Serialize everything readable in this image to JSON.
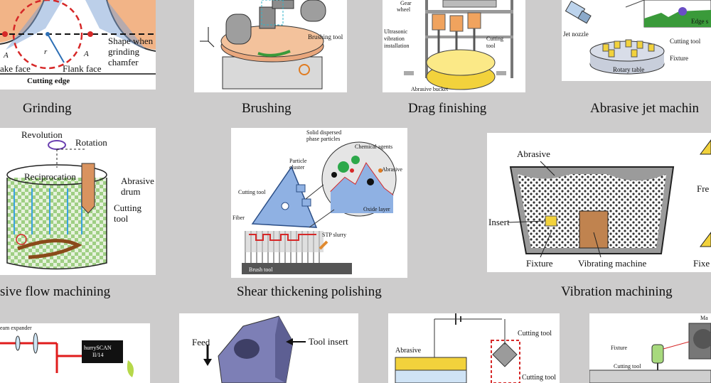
{
  "captions": {
    "grinding": "Grinding",
    "brushing": "Brushing",
    "drag": "Drag finishing",
    "jet": "Abrasive jet machin",
    "flow": "sive flow machining",
    "shear": "Shear thickening polishing",
    "vibration": "Vibration machining"
  },
  "grinding": {
    "shape_when": "Shape when",
    "grinding": "grinding",
    "chamfer": "chamfer",
    "rake_face": "ake face",
    "flank_face": "Flank face",
    "cutting_edge": "Cutting edge",
    "ar": "A",
    "ao": "A",
    "rb": "r"
  },
  "brushing": {
    "brushing_tool": "Brushing tool"
  },
  "drag": {
    "gear_wheel_1": "Gear",
    "gear_wheel_2": "wheel",
    "ultra_1": "Ultrasonic",
    "ultra_2": "vibration",
    "ultra_3": "installation",
    "cutting_tool_1": "Cutting",
    "cutting_tool_2": "tool",
    "bucket": "Abrasive bucket"
  },
  "jet": {
    "jet_nozzle": "Jet nozzle",
    "cutting_tool": "Cutting tool",
    "fixture": "Fixture",
    "rotary_table": "Rotary table",
    "edge": "Edge s"
  },
  "flow": {
    "revolution": "Revolution",
    "rotation": "Rotation",
    "reciprocation": "Reciprocation",
    "abrasive_1": "Abrasive",
    "abrasive_2": "drum",
    "cutting_1": "Cutting",
    "cutting_2": "tool"
  },
  "shear": {
    "solid_1": "Solid dispersed",
    "solid_2": "phase particles",
    "chemical": "Chemical agents",
    "particle_1": "Particle",
    "particle_2": "cluster",
    "abrasive": "Abrasive",
    "cutting_tool": "Cutting tool",
    "oxide": "Oxide layer",
    "fiber": "Fiber",
    "stp": "STP slurry",
    "brush": "Brush tool"
  },
  "vibration": {
    "abrasive": "Abrasive",
    "insert": "Insert",
    "fixture": "Fixture",
    "machine": "Vibrating machine",
    "fre": "Fre",
    "fix": "Fixe"
  },
  "bottom": {
    "beam": "eam expander",
    "scan_1": "hurrySCAN",
    "scan_2": "II/14",
    "feed": "Feed",
    "tool_insert": "Tool insert",
    "abrasive": "Abrasive",
    "cutting_tool_a": "Cutting tool",
    "cutting_tool_b": "Cutting tool",
    "fixture": "Fixture",
    "cutting_tool_c": "Cutting tool",
    "ma": "Ma"
  }
}
